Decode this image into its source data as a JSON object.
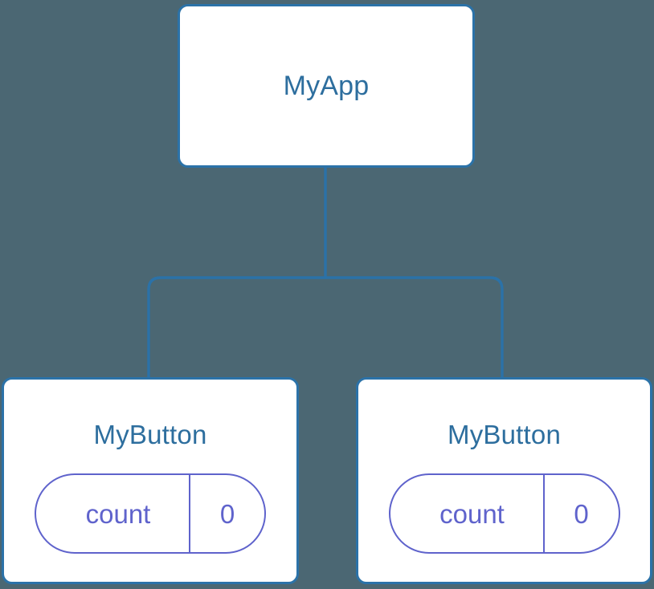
{
  "canvas": {
    "background_color": "#4b6773",
    "edge_color": "#2b72a8",
    "node_border_color": "#2b72a8",
    "node_fill_color": "#ffffff",
    "node_label_color": "#2d6e9e",
    "pill_color": "#5f63cc"
  },
  "tree": {
    "root": {
      "label": "MyApp"
    },
    "children": [
      {
        "label": "MyButton",
        "state": {
          "key": "count",
          "value": "0"
        }
      },
      {
        "label": "MyButton",
        "state": {
          "key": "count",
          "value": "0"
        }
      }
    ]
  }
}
